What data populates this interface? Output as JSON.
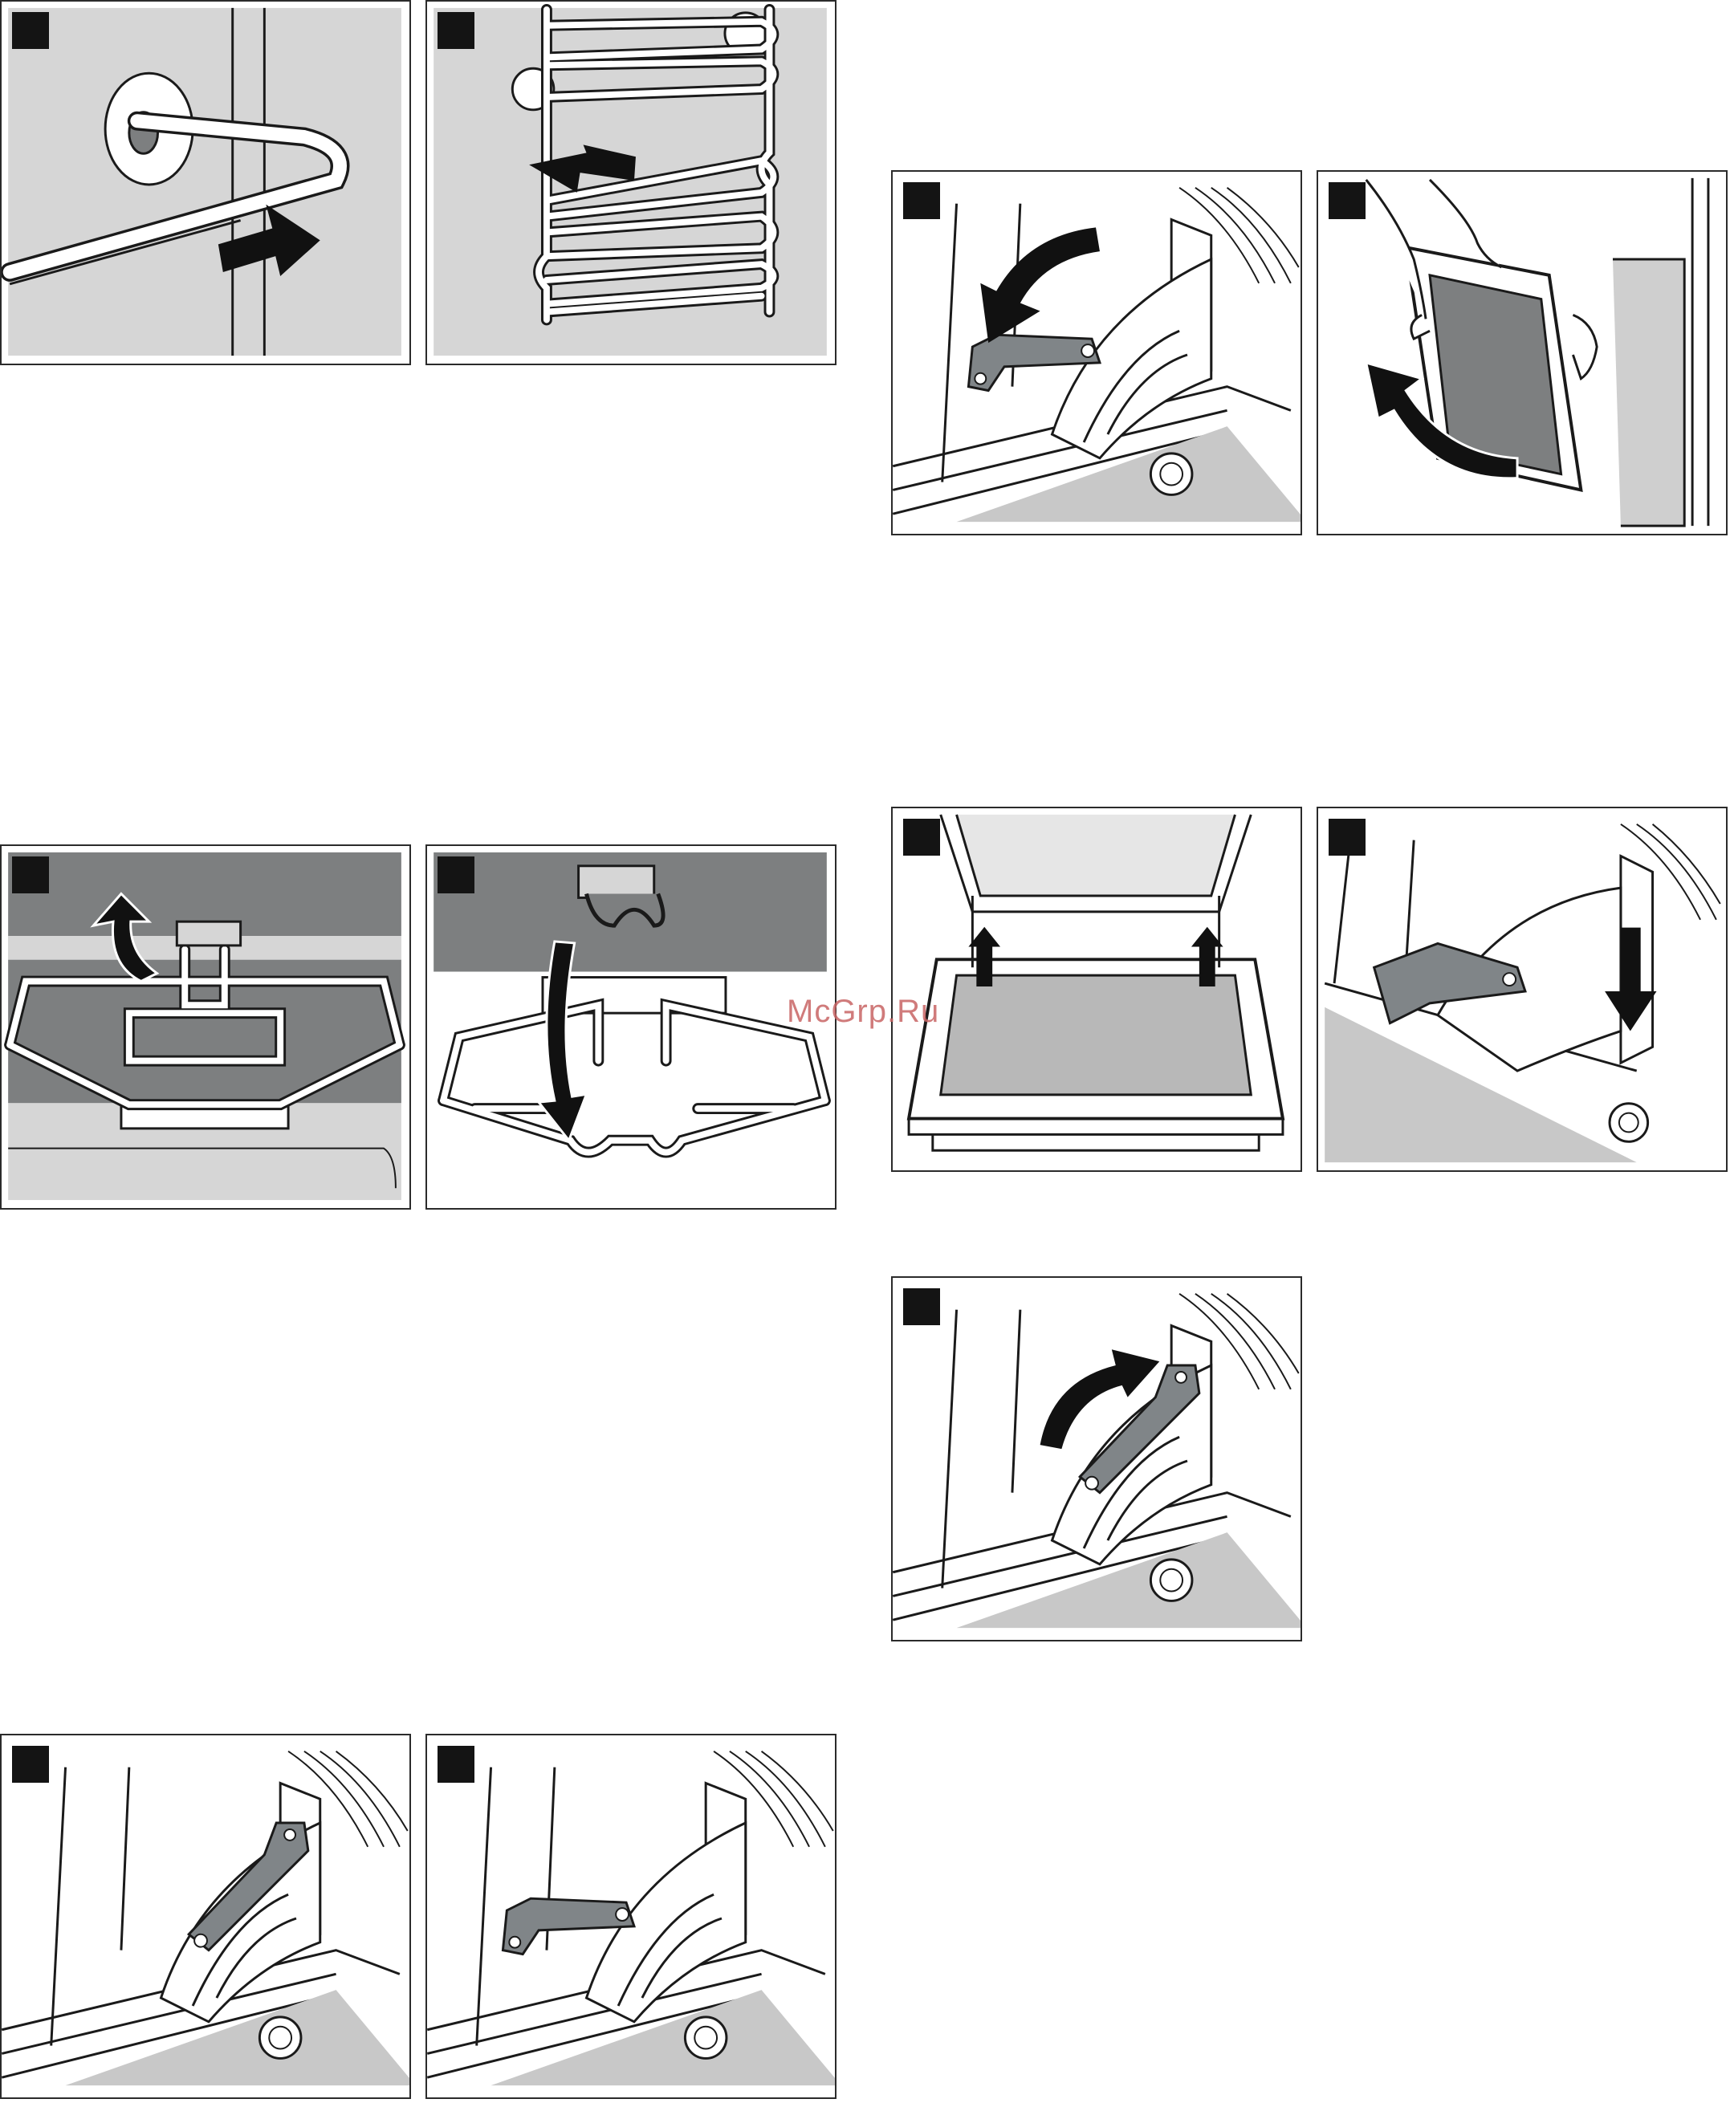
{
  "document": {
    "watermark": "McGrp.Ru",
    "figures": [
      {
        "id": "fig-1",
        "subject": "rack-hook-release",
        "icon": "arrow-right-icon"
      },
      {
        "id": "fig-2",
        "subject": "rack-pull-out",
        "icon": "arrow-left-icon"
      },
      {
        "id": "fig-3",
        "subject": "grill-element-unclip",
        "icon": "curved-arrow-up-icon"
      },
      {
        "id": "fig-4",
        "subject": "grill-element-lower",
        "icon": "curved-arrow-down-icon"
      },
      {
        "id": "fig-5",
        "subject": "hinge-lever-open",
        "icon": "hinge-lever-icon"
      },
      {
        "id": "fig-6",
        "subject": "hinge-lever-rotated",
        "icon": "hinge-lever-icon"
      },
      {
        "id": "fig-7",
        "subject": "hinge-lever-fold-down",
        "icon": "curved-arrow-down-icon"
      },
      {
        "id": "fig-8",
        "subject": "door-lift-off",
        "icon": "curved-arrow-up-icon"
      },
      {
        "id": "fig-9",
        "subject": "door-reattach",
        "icon": "arrow-up-icon"
      },
      {
        "id": "fig-10",
        "subject": "hinge-insert",
        "icon": "arrow-down-icon"
      },
      {
        "id": "fig-11",
        "subject": "hinge-lever-close",
        "icon": "curved-arrow-up-icon"
      }
    ],
    "colors": {
      "panel_gray": "#d6d6d6",
      "dark_gray": "#7d7f80",
      "lever_gray": "#808588",
      "line": "#1a1a1a"
    }
  }
}
